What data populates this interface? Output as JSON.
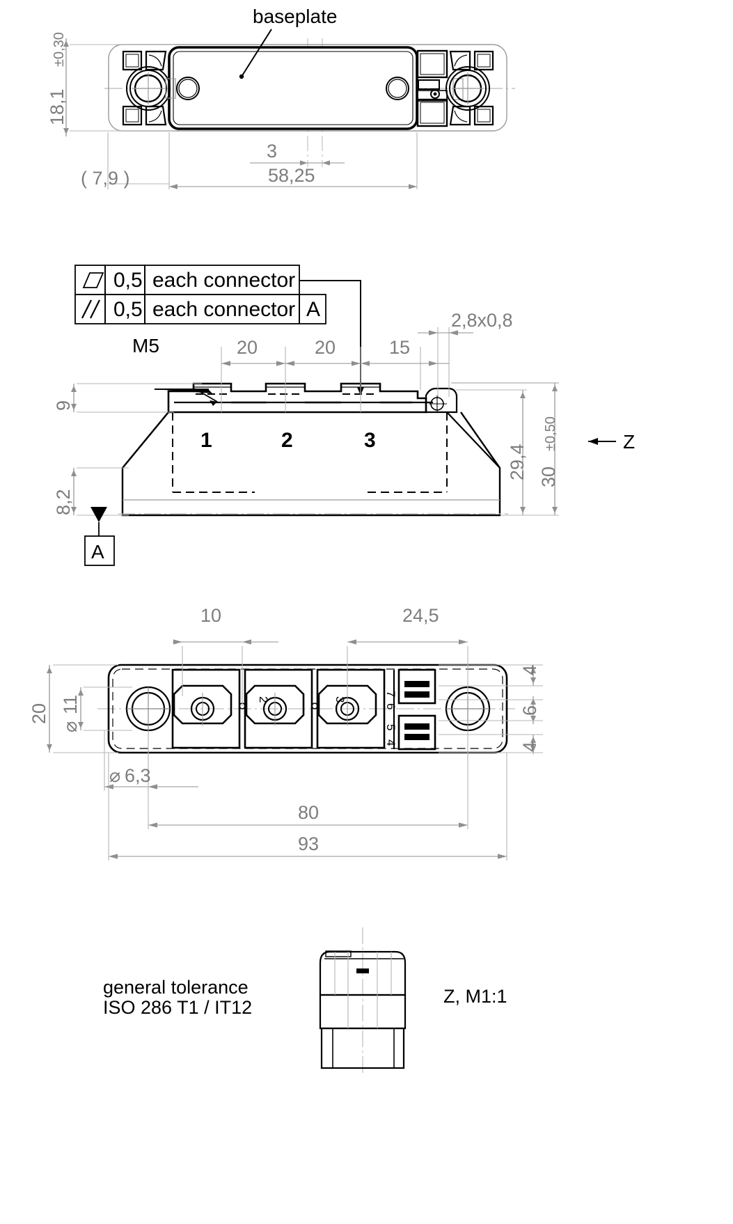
{
  "drawing": {
    "title": "Power module outline drawing",
    "units": "mm",
    "line_colors": {
      "object": "#000000",
      "dimension": "#8a8a8a",
      "center": "#b5b5b5",
      "hidden": "#000000"
    }
  },
  "labels": {
    "baseplate": "baseplate",
    "m5": "M5",
    "datum_a": "A",
    "datum_a_box_view": "A",
    "view_z_arrow": "Z",
    "view_z_caption": "Z, M1:1",
    "general_tolerance_line1": "general tolerance",
    "general_tolerance_line2": "ISO 286 T1 / IT12"
  },
  "top_view": {
    "dim_height": "18,1",
    "dim_height_tol": "±0,30",
    "dim_left_ref": "( 7,9 )",
    "dim_small": "3",
    "dim_length": "58,25"
  },
  "tolerance_frame": {
    "rows": [
      {
        "symbol": "parallelogram",
        "symbol_meaning": "flatness-parallelogram-symbol",
        "value": "0,5",
        "feature": "each connector",
        "datum": ""
      },
      {
        "symbol": "double-slash",
        "symbol_meaning": "parallelism-symbol",
        "value": "0,5",
        "feature": "each connector",
        "datum": "A"
      }
    ]
  },
  "side_view": {
    "dim_20_a": "20",
    "dim_20_b": "20",
    "dim_15": "15",
    "dim_chamfer": "2,8x0,8",
    "dim_9": "9",
    "dim_8_2": "8,2",
    "dim_29_4": "29,4",
    "dim_30": "30",
    "dim_30_tol": "±0,50",
    "pins": [
      "1",
      "2",
      "3"
    ]
  },
  "bottom_view": {
    "dim_10": "10",
    "dim_24_5": "24,5",
    "dim_20": "20",
    "dim_dia_11": "11",
    "dim_dia_6_3": "6,3",
    "dia_symbol": "⌀",
    "dim_80": "80",
    "dim_93": "93",
    "dim_right_4_top": "4",
    "dim_right_6": "6",
    "dim_right_4_bottom": "4",
    "terminal_marks": [
      "2",
      "3",
      "7",
      "6",
      "5",
      "4"
    ]
  }
}
